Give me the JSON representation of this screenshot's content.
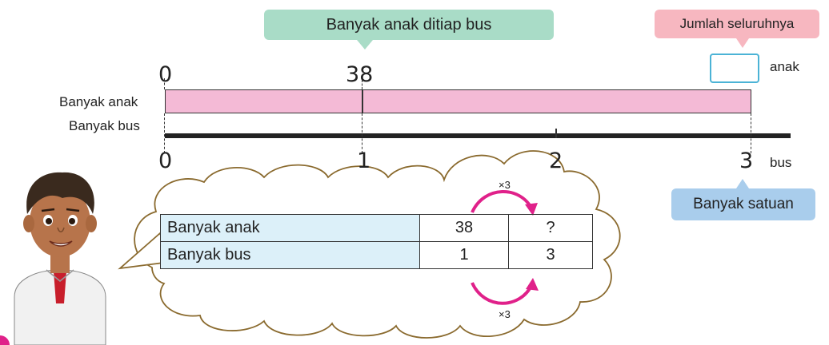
{
  "callouts": {
    "per_bus": "Banyak anak ditiap bus",
    "total": "Jumlah seluruhnya",
    "units": "Banyak satuan"
  },
  "top_scale": {
    "zero": "0",
    "value": "38",
    "answer_unit": "anak"
  },
  "bar_labels": {
    "children": "Banyak anak",
    "buses": "Banyak bus"
  },
  "bottom_scale": {
    "ticks": [
      "0",
      "1",
      "2",
      "3"
    ],
    "unit": "bus"
  },
  "table": {
    "rows": [
      {
        "label": "Banyak anak",
        "values": [
          "38",
          "?"
        ]
      },
      {
        "label": "Banyak bus",
        "values": [
          "1",
          "3"
        ]
      }
    ],
    "multiplier_top": "×3",
    "multiplier_bottom": "×3"
  },
  "colors": {
    "children_bar": "#f4bad6",
    "arrow": "#e0218a",
    "callout_green": "#a9dcc7",
    "callout_pink": "#f7b7c0",
    "callout_blue": "#a9cdec",
    "table_label_bg": "#dcf0f9"
  }
}
